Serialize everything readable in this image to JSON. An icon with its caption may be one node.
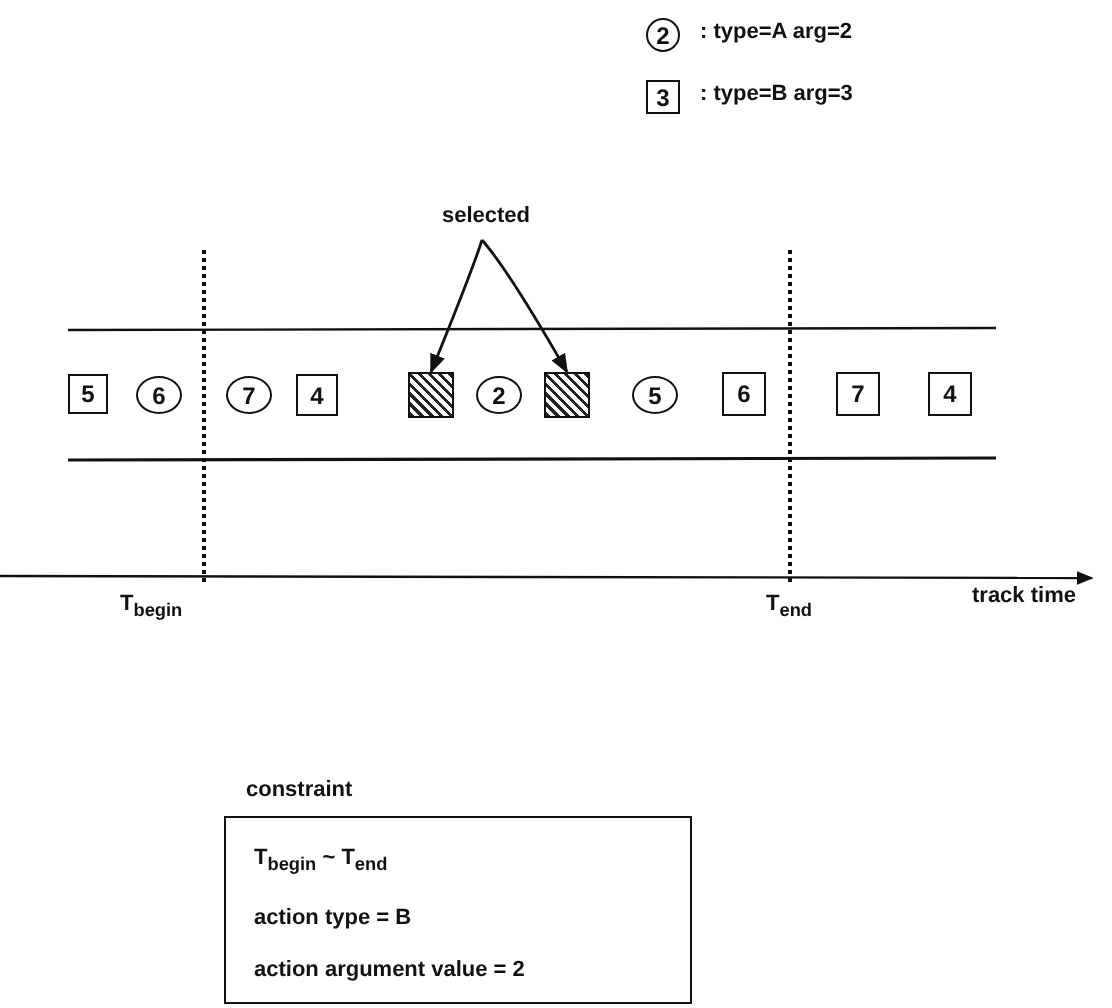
{
  "diagram": {
    "nodes": [
      {
        "text": [
          "2"
        ],
        "beside": [
          ": type=A arg=2"
        ]
      },
      {
        "text": [
          "3"
        ],
        "beside": [
          ": type=B arg=3"
        ]
      },
      {
        "text": [
          "selected"
        ]
      },
      {
        "text": [
          "5"
        ]
      },
      {
        "text": [
          "6"
        ]
      },
      {
        "text": [
          "7"
        ]
      },
      {
        "text": [
          "4"
        ]
      },
      {
        "text": [],
        "shape": "box"
      },
      {
        "text": [
          "2"
        ]
      },
      {
        "text": [],
        "shape": "box"
      },
      {
        "text": [
          "5"
        ]
      },
      {
        "text": [
          "6"
        ]
      },
      {
        "text": [
          "7"
        ]
      },
      {
        "text": [
          "4"
        ]
      },
      {
        "text": [
          "constraint",
          "T$_{begin}$  ~  T$_{end}$",
          "action type = B",
          "action argument value = 2"
        ]
      }
    ],
    "edges": [
      {
        "from": 2,
        "to": 7,
        "arrow": "to"
      },
      {
        "from": 2,
        "to": 9,
        "arrow": "to"
      }
    ],
    "labels": [
      "T$_{begin}$",
      "T$_{end}$",
      "track time"
    ]
  }
}
